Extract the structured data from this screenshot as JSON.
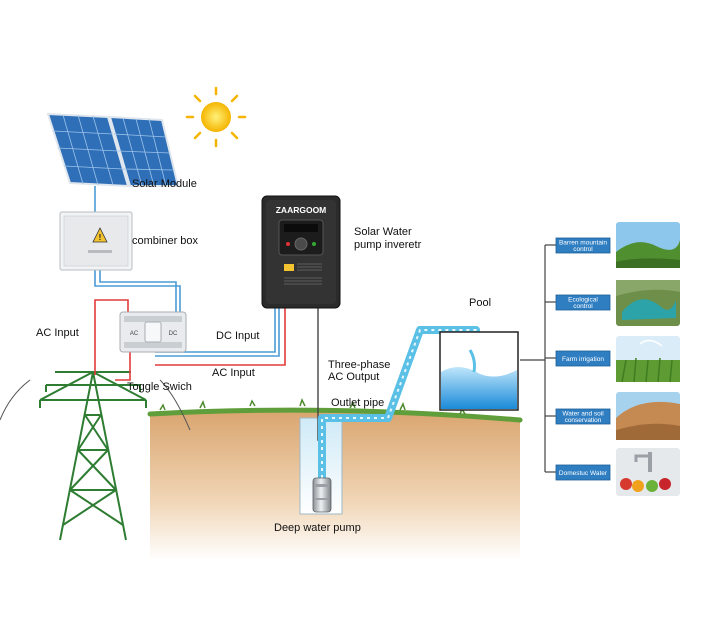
{
  "labels": {
    "solar_module": "Solar Module",
    "combiner_box": "combiner box",
    "inverter_line1": "Solar Water",
    "inverter_line2": "pump inveretr",
    "brand": "ZAARGOOM",
    "ac_input_left": "AC Input",
    "dc_input": "DC Input",
    "ac_input_bottom": "AC Input",
    "toggle_switch": "Toggle Swich",
    "three_phase_line1": "Three-phase",
    "three_phase_line2": "AC Output",
    "outlet_pipe": "Outlet pipe",
    "pool": "Pool",
    "deep_water_pump": "Deep water pump",
    "switch_left": "AC",
    "switch_right": "DC"
  },
  "applications": [
    {
      "line1": "Barren mountain",
      "line2": "control"
    },
    {
      "line1": "Ecological",
      "line2": "control"
    },
    {
      "line1": "Farm irrigation",
      "line2": ""
    },
    {
      "line1": "Water and soil",
      "line2": "conservation"
    },
    {
      "line1": "Domestuc Water",
      "line2": ""
    }
  ],
  "colors": {
    "dc_wire": "#4a9bd6",
    "ac_wire": "#e23b3b",
    "pipe": "#5bc0e6",
    "ground": "#e9c49a",
    "grass": "#5f9e3a",
    "app_box": "#2f7ec2",
    "inverter_body": "#2b2b2b",
    "solar_panel": "#2f6fb8"
  },
  "icons": [
    "sun-icon",
    "solar-panel-icon",
    "combiner-box-icon",
    "toggle-switch-icon",
    "inverter-icon",
    "transmission-tower-icon",
    "pool-icon",
    "deep-water-pump-icon"
  ]
}
